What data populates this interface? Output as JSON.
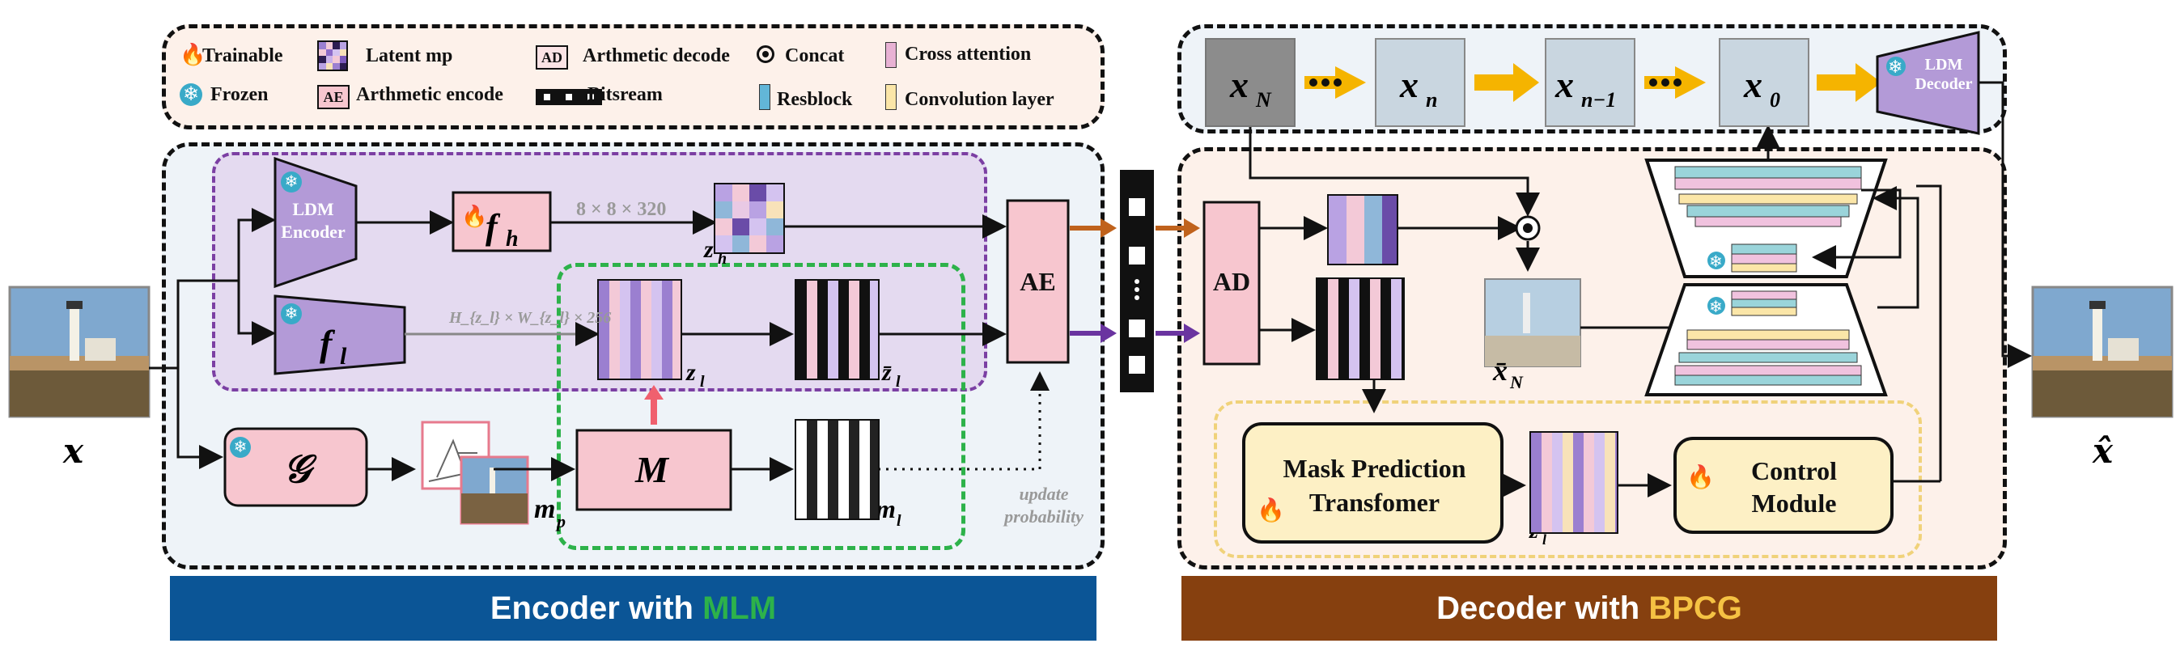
{
  "legend": {
    "trainable": "Trainable",
    "latent": "Latent mp",
    "ad_badge": "AD",
    "ad_label": "Arthmetic decode",
    "concat": "Concat",
    "cross": "Cross attention",
    "frozen": "Frozen",
    "ae_badge": "AE",
    "ae_label": "Arthmetic encode",
    "bitstream": "Bitsream",
    "resblock": "Resblock",
    "conv": "Convolution layer"
  },
  "encoder": {
    "ldm_encoder": "LDM Encoder",
    "fh_dim": "8 × 8 × 320",
    "fl_dim": "H_{z_l} × W_{z_l} × 256",
    "ae": "AE",
    "update_probability": "update probability",
    "banner_prefix": "Encoder with ",
    "banner_highlight": "MLM"
  },
  "decoder": {
    "ad": "AD",
    "ldm_decoder": "LDM Decoder",
    "mask_transformer": "Mask Prediction Transfomer",
    "control_module": "Control Module",
    "banner_prefix": "Decoder with ",
    "banner_highlight": "BPCG"
  },
  "colors": {
    "encoder_banner": "#0b5596",
    "decoder_banner": "#86400f",
    "mlm": "#2db24a",
    "bpcg": "#f5c243",
    "encoder_bg": "#eef3f8",
    "decoder_bg": "#fdf1ea",
    "purple_region": "#e4daf0",
    "legend_bg": "#fdf1ea",
    "top_bg": "#eef3f8",
    "trapezoid": "#b39ad7",
    "pink": "#f7c6cf",
    "cream": "#fdf0c5",
    "yellow_arrow": "#f5b400",
    "orange_arrow": "#c0621c",
    "purple_arrow": "#6a34a0",
    "red_arrow": "#f0606e"
  }
}
